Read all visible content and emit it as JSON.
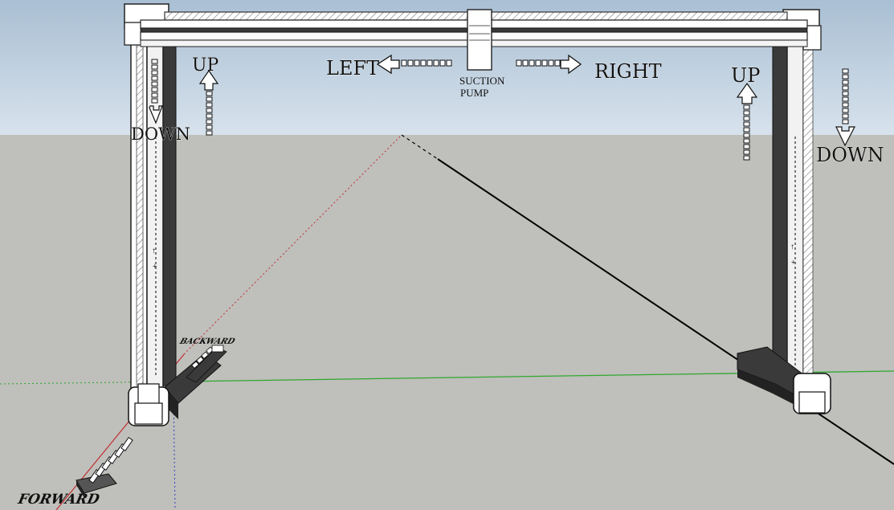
{
  "labels": {
    "left": "LEFT",
    "right": "RIGHT",
    "suction_line1": "SUCTION",
    "suction_line2": "PUMP",
    "up_left": "UP",
    "down_left": "DOWN",
    "up_right": "UP",
    "down_right": "DOWN",
    "backward": "BACKWARD",
    "forward": "FORWARD"
  },
  "colors": {
    "sky": "#c9d8e6",
    "ground": "#bfbfbb",
    "frame": "#ffffff",
    "frame_dark": "#2a2a2a",
    "axis_red": "#c03030",
    "axis_green": "#2fa82f",
    "axis_black": "#000000",
    "text": "#111111"
  },
  "icons": {
    "arrow_left": "arrow-left-icon",
    "arrow_right": "arrow-right-icon",
    "arrow_up": "arrow-up-icon",
    "arrow_down": "arrow-down-icon"
  }
}
